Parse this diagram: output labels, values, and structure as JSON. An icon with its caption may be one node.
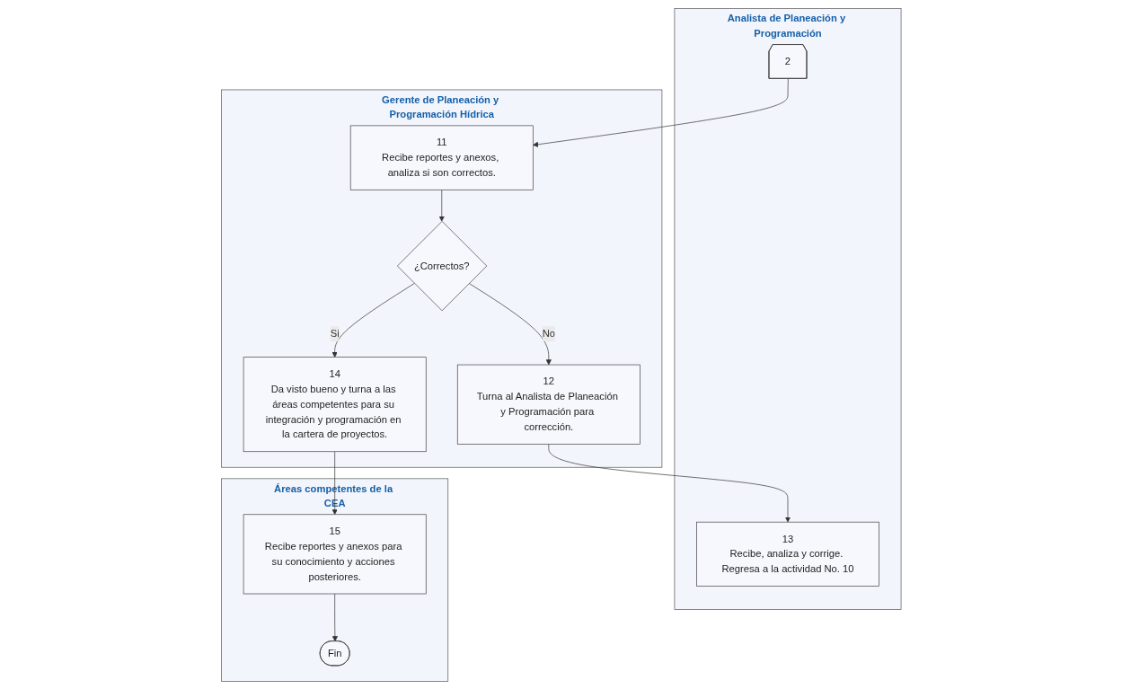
{
  "diagram": {
    "nodes": [
      {
        "text": [
          "Gerente de Planeación y Programación Hídrica"
        ]
      },
      {
        "text": [
          "Analista de Planeación y Programación"
        ]
      },
      {
        "text": [
          "Áreas competentes de la CEA"
        ]
      },
      {
        "text": [
          "2"
        ],
        "in": 1
      },
      {
        "text": [
          "11",
          "Recibe reportes y anexos, analiza si son correctos."
        ],
        "in": 0
      },
      {
        "text": [
          "¿Correctos?"
        ],
        "in": 0
      },
      {
        "text": [
          "12",
          "Turna al Analista de Planeación y Programación para corrección."
        ],
        "in": 0
      },
      {
        "text": [
          "13",
          "Recibe, analiza y corrige. Regresa a la actividad No. 10"
        ],
        "in": 1
      },
      {
        "text": [
          "14",
          "Da visto bueno y turna a las áreas competentes para su integración y programación en la cartera de proyectos."
        ],
        "in": 0
      },
      {
        "text": [
          "15",
          "Recibe reportes y anexos para su conocimiento y acciones posteriores."
        ],
        "in": 2
      },
      {
        "text": [
          "Fin"
        ],
        "in": 2
      }
    ],
    "edges": [
      {
        "from": 3,
        "to": 4,
        "arrow": "to"
      },
      {
        "from": 4,
        "to": 5,
        "arrow": "to"
      },
      {
        "from": 5,
        "to": 6,
        "label": "No",
        "arrow": "to"
      },
      {
        "from": 5,
        "to": 8,
        "label": "Si",
        "arrow": "to"
      },
      {
        "from": 6,
        "to": 7,
        "arrow": "to"
      },
      {
        "from": 8,
        "to": 9,
        "arrow": "to"
      },
      {
        "from": 9,
        "to": 10,
        "arrow": "to"
      }
    ]
  }
}
